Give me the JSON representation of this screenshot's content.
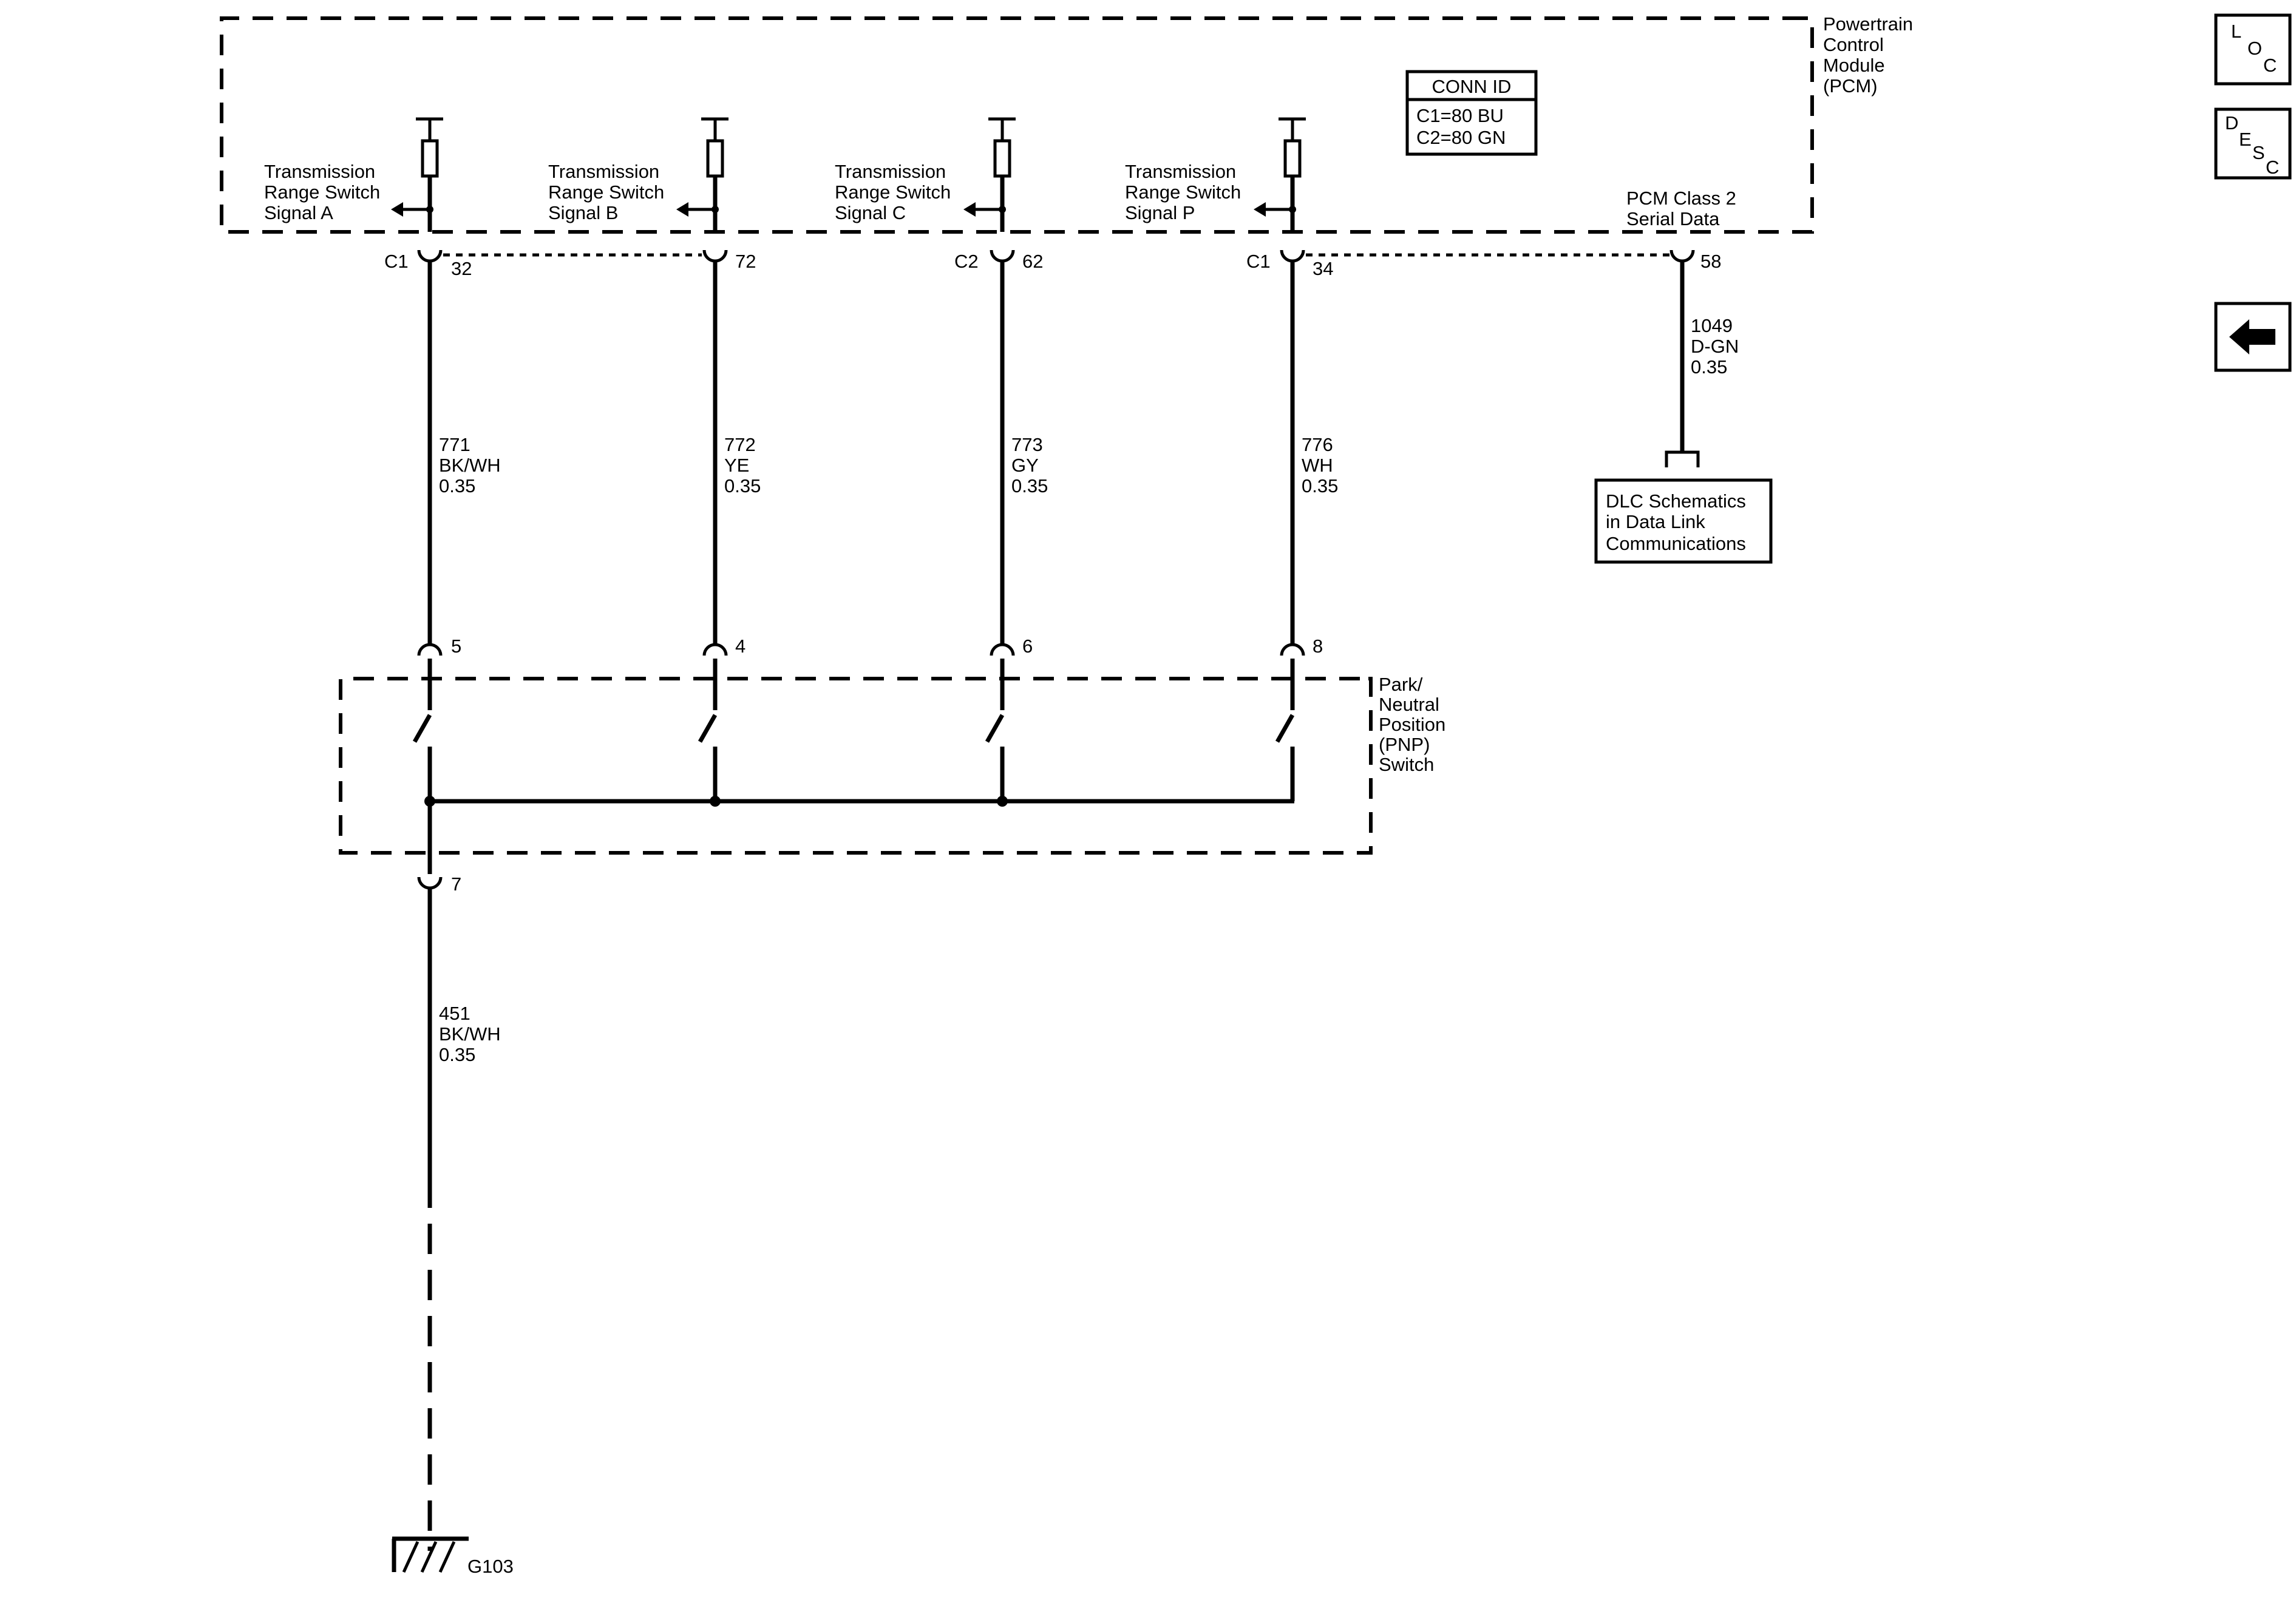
{
  "pcm": {
    "name_lines": [
      "Powertrain",
      "Control",
      "Module",
      "(PCM)"
    ],
    "conn_id": {
      "header": "CONN ID",
      "rows": [
        "C1=80 BU",
        "C2=80 GN"
      ]
    },
    "signals": [
      {
        "lines": [
          "Transmission",
          "Range Switch",
          "Signal A"
        ],
        "connector": "C1",
        "pin": "32"
      },
      {
        "lines": [
          "Transmission",
          "Range Switch",
          "Signal B"
        ],
        "connector": "",
        "pin": "72"
      },
      {
        "lines": [
          "Transmission",
          "Range Switch",
          "Signal C"
        ],
        "connector": "C2",
        "pin": "62"
      },
      {
        "lines": [
          "Transmission",
          "Range Switch",
          "Signal P"
        ],
        "connector": "C1",
        "pin": "34"
      }
    ],
    "serial": {
      "lines": [
        "PCM Class 2",
        "Serial Data"
      ],
      "pin": "58"
    }
  },
  "wires": [
    {
      "circuit": "771",
      "color": "BK/WH",
      "size": "0.35"
    },
    {
      "circuit": "772",
      "color": "YE",
      "size": "0.35"
    },
    {
      "circuit": "773",
      "color": "GY",
      "size": "0.35"
    },
    {
      "circuit": "776",
      "color": "WH",
      "size": "0.35"
    }
  ],
  "serial_wire": {
    "circuit": "1049",
    "color": "D-GN",
    "size": "0.35"
  },
  "dlc": {
    "lines": [
      "DLC Schematics",
      "in Data Link",
      "Communications"
    ]
  },
  "pnp": {
    "name_lines": [
      "Park/",
      "Neutral",
      "Position",
      "(PNP)",
      "Switch"
    ],
    "pins": [
      "5",
      "4",
      "6",
      "8"
    ],
    "ground_pin": "7"
  },
  "ground_wire": {
    "circuit": "451",
    "color": "BK/WH",
    "size": "0.35"
  },
  "ground": {
    "label": "G103"
  },
  "nav": {
    "loc": [
      "L",
      "O",
      "C"
    ],
    "desc": [
      "D",
      "E",
      "S",
      "C"
    ],
    "back_icon": "left-arrow-icon"
  }
}
